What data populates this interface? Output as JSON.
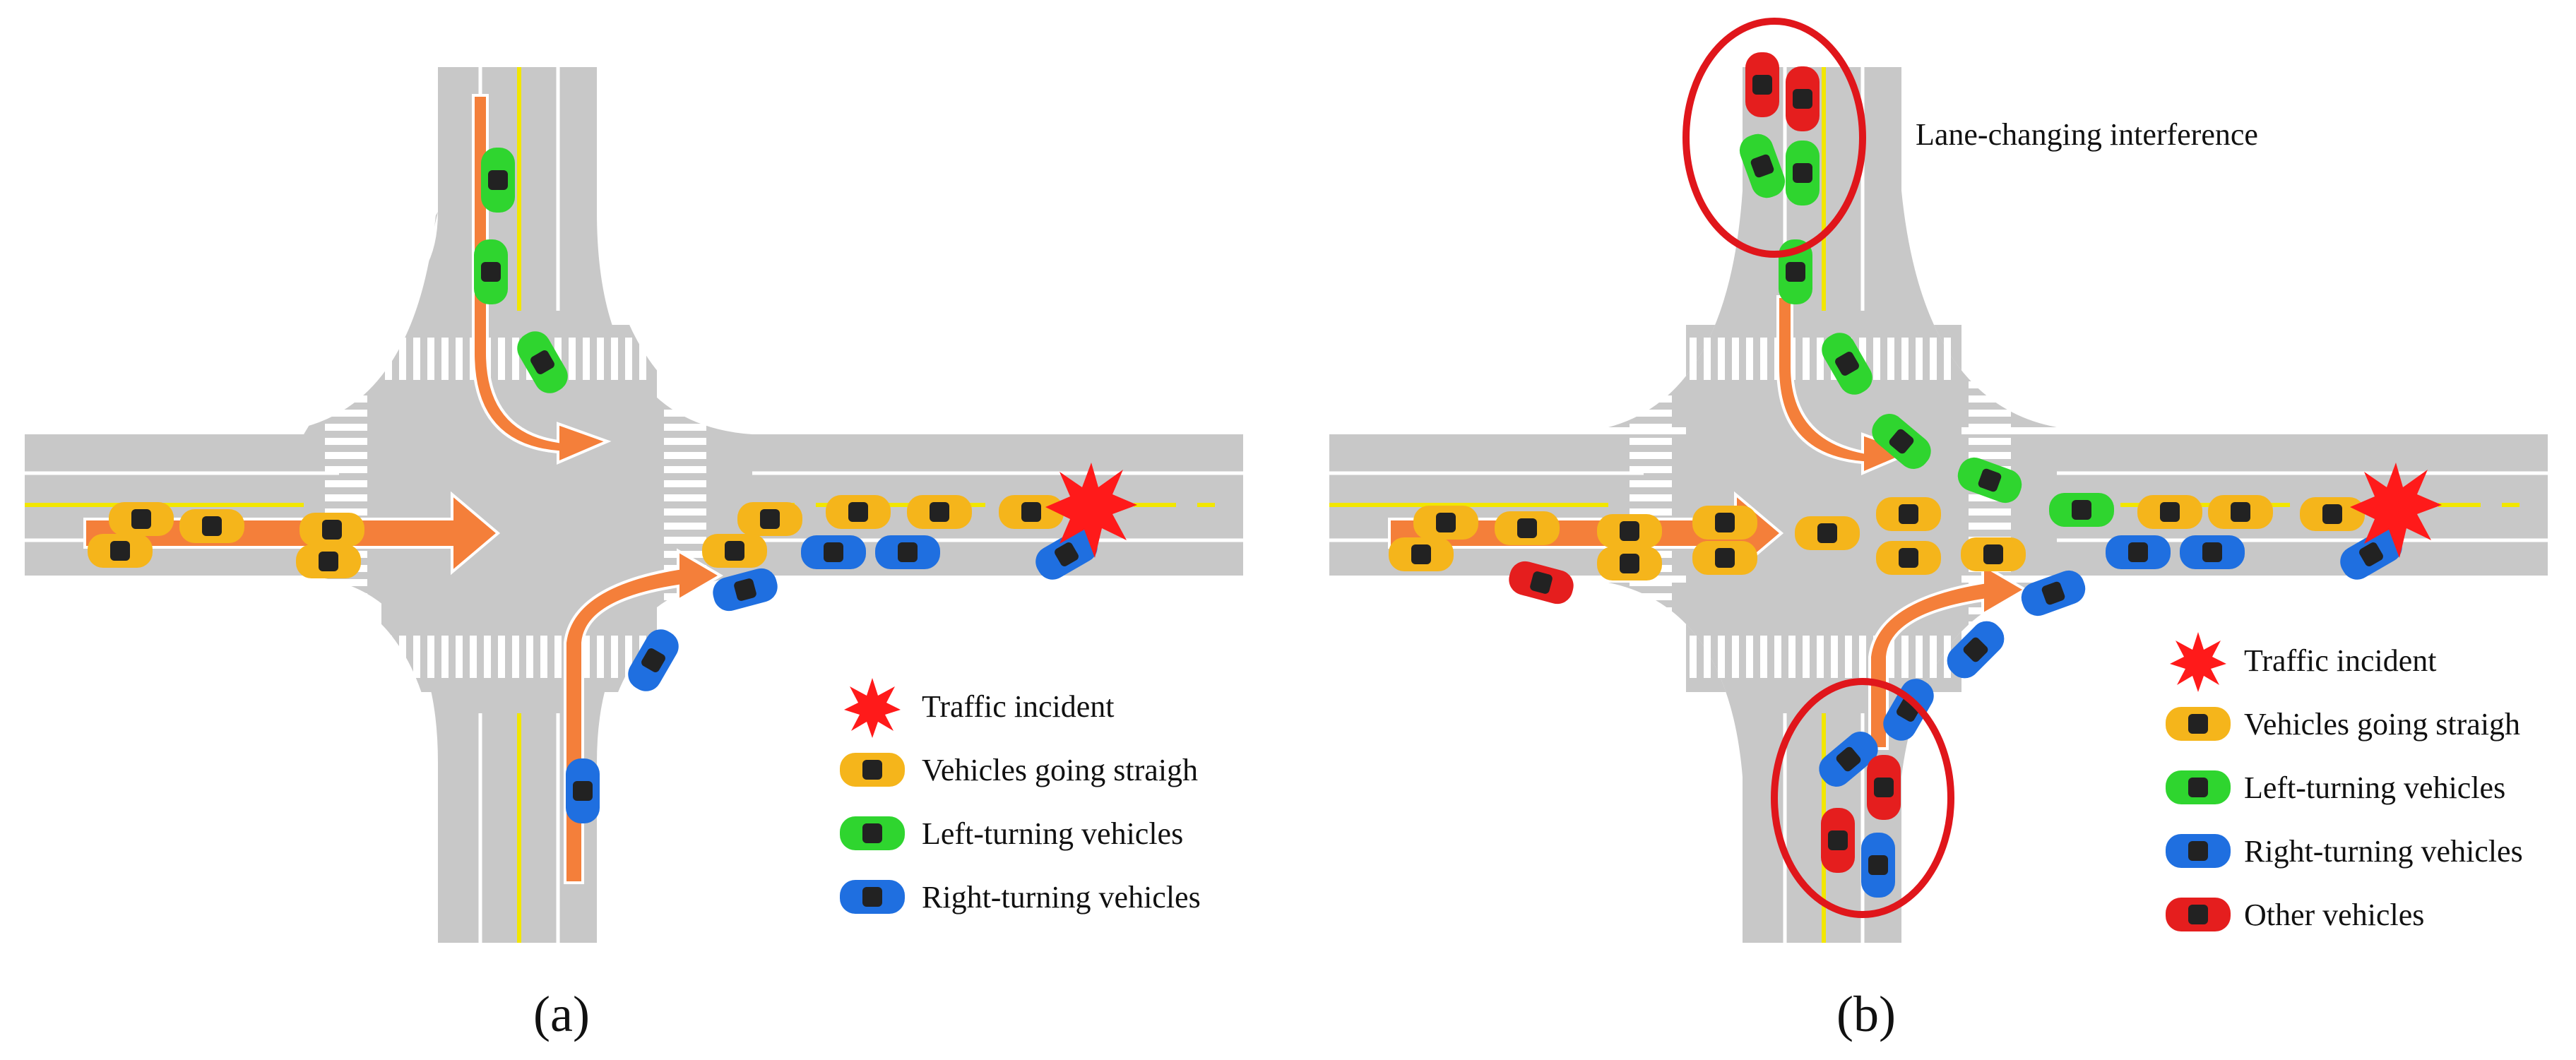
{
  "panels": [
    {
      "id": "a",
      "label": "(a)",
      "legend": [
        {
          "kind": "incident",
          "label": "Traffic incident"
        },
        {
          "kind": "straight",
          "label": "Vehicles going straigh"
        },
        {
          "kind": "left",
          "label": "Left-turning vehicles"
        },
        {
          "kind": "right",
          "label": "Right-turning vehicles"
        }
      ],
      "annotations": []
    },
    {
      "id": "b",
      "label": "(b)",
      "legend": [
        {
          "kind": "incident",
          "label": "Traffic incident"
        },
        {
          "kind": "straight",
          "label": "Vehicles going straigh"
        },
        {
          "kind": "left",
          "label": "Left-turning vehicles"
        },
        {
          "kind": "right",
          "label": "Right-turning vehicles"
        },
        {
          "kind": "other",
          "label": "Other vehicles"
        }
      ],
      "annotations": [
        {
          "label": "Lane-changing interference"
        }
      ]
    }
  ],
  "colors": {
    "road": "#c8c8c8",
    "marking": "#ffffff",
    "center_line": "#f2e600",
    "arrow": "#f47f3a",
    "straight": "#f5b51b",
    "left": "#2fd52f",
    "right": "#1f6fe0",
    "other": "#e51e1e",
    "incident": "#ff1a1a",
    "interference_ring": "#e0161b"
  }
}
